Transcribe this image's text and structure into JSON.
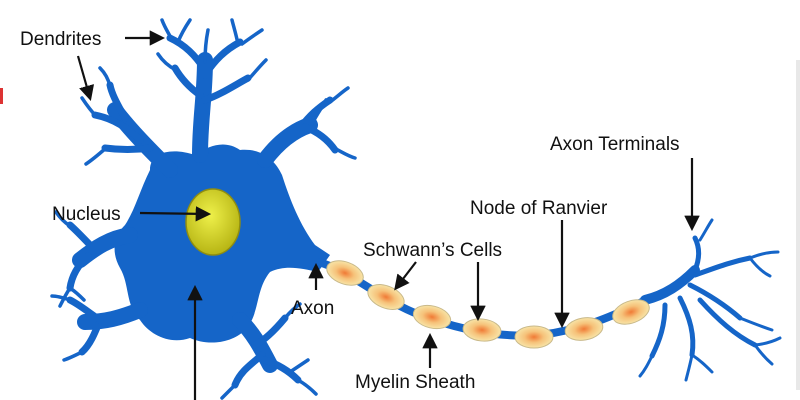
{
  "labels": {
    "dendrites": "Dendrites",
    "nucleus": "Nucleus",
    "axon_terminals": "Axon Terminals",
    "node_of_ranvier": "Node of Ranvier",
    "schwanns_cells": "Schwann’s Cells",
    "axon": "Axon",
    "myelin_sheath": "Myelin Sheath"
  },
  "colors": {
    "neuron": "#1565c8",
    "nucleus_fill": "#c2c21a",
    "nucleus_highlight": "#e6e640",
    "sheath_fill": "#f5e7a6",
    "sheath_core": "#ef7d3a",
    "arrow": "#111111"
  }
}
